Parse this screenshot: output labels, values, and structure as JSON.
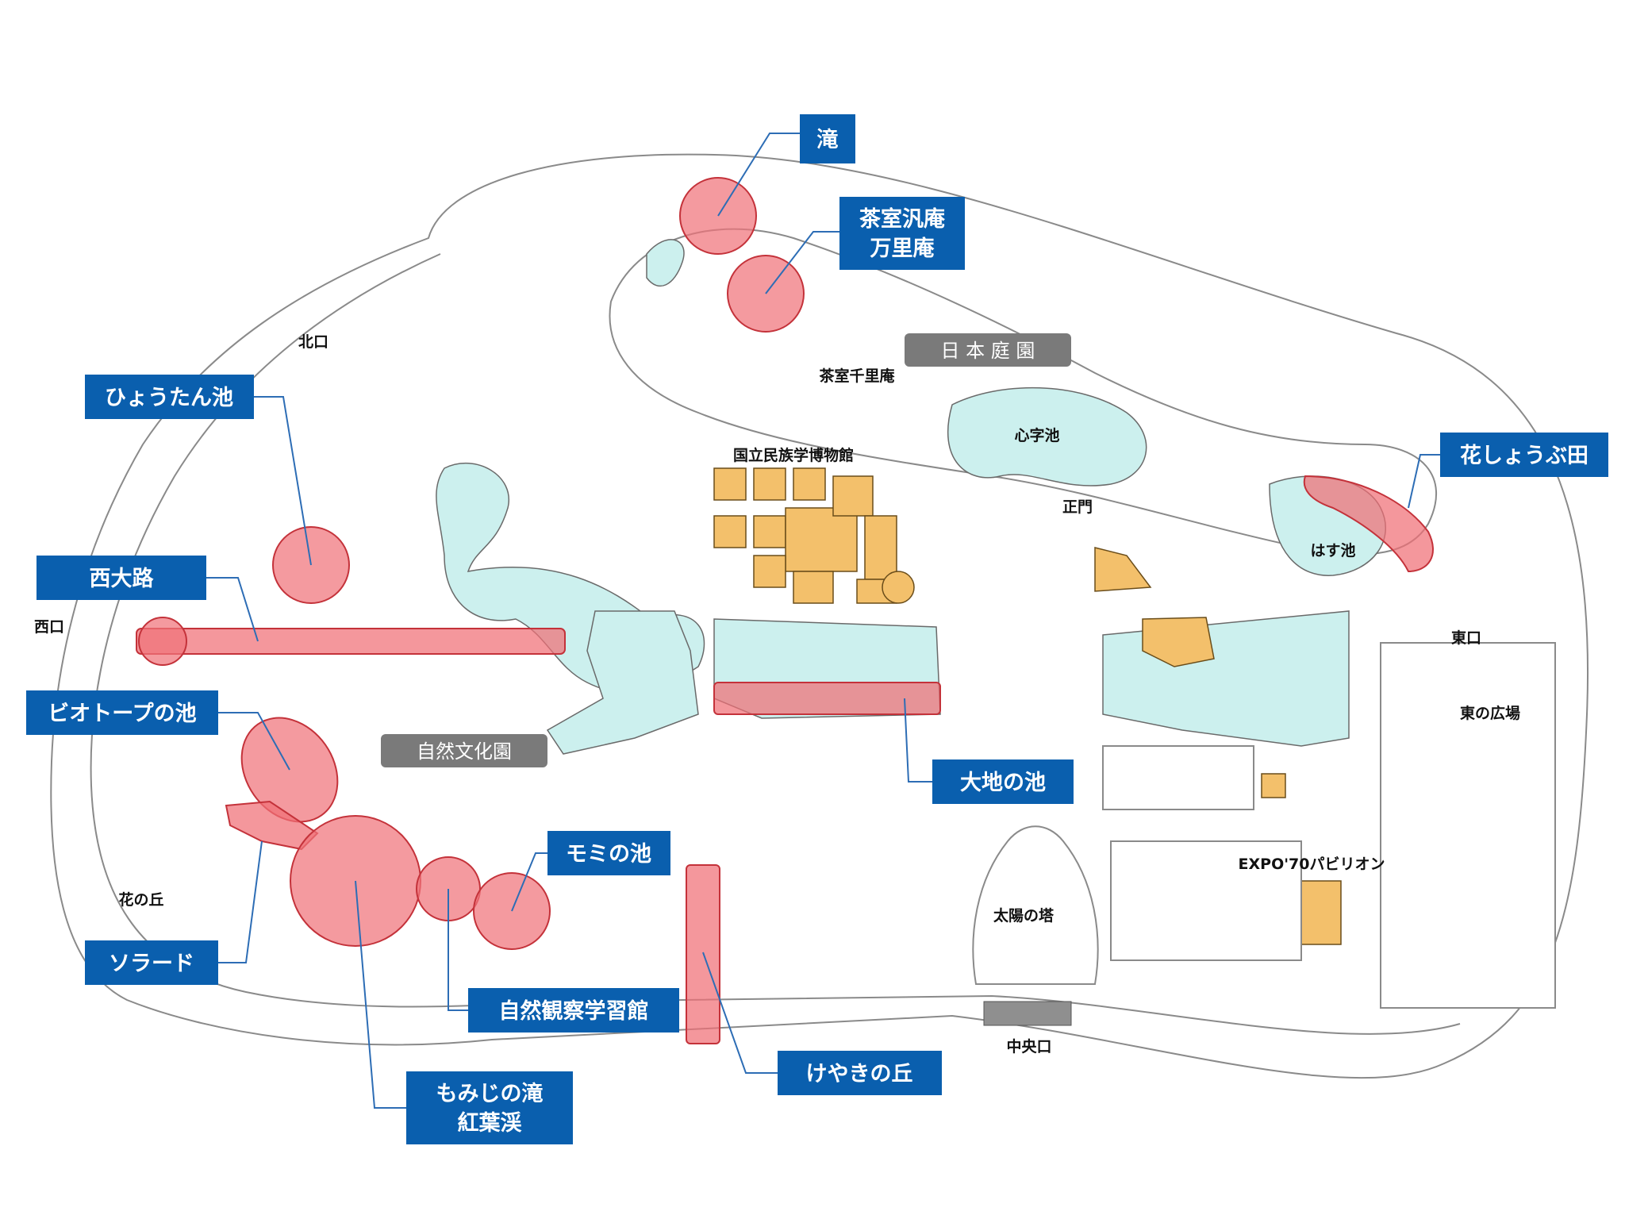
{
  "labels": {
    "taki": "滝",
    "chashitsu_line1": "茶室汎庵",
    "chashitsu_line2": "万里庵",
    "hyoutan": "ひょうたん池",
    "nishi_ooji": "西大路",
    "biotope": "ビオトープの池",
    "solard": "ソラード",
    "shizen_kansatsu": "自然観察学習館",
    "momiji_line1": "もみじの滝",
    "momiji_line2": "紅葉渓",
    "keyaki": "けやきの丘",
    "momi": "モミの池",
    "daichi": "大地の池",
    "hanashoubu": "花しょうぶ田"
  },
  "areas": {
    "nihon_teien": "日 本 庭 園",
    "shizen_bunka": "自然文化園"
  },
  "places": {
    "kitaguchi": "北口",
    "nishiguchi": "西口",
    "higashiguchi": "東口",
    "chuouguchi": "中央口",
    "seimon": "正門",
    "sen_ri_an": "茶室千里庵",
    "shinji_ike": "心字池",
    "hasu_ike": "はす池",
    "minpaku": "国立民族学博物館",
    "higashi_hiroba": "東の広場",
    "expo": "EXPO'70パビリオン",
    "taiyou": "太陽の塔",
    "hana_no_oka": "花の丘"
  },
  "colors": {
    "label_box": "#0a5fae",
    "highlight": "#f0737a",
    "water": "#ccf0ee",
    "building": "#f3c06b",
    "area_label": "#7a7a7a"
  }
}
